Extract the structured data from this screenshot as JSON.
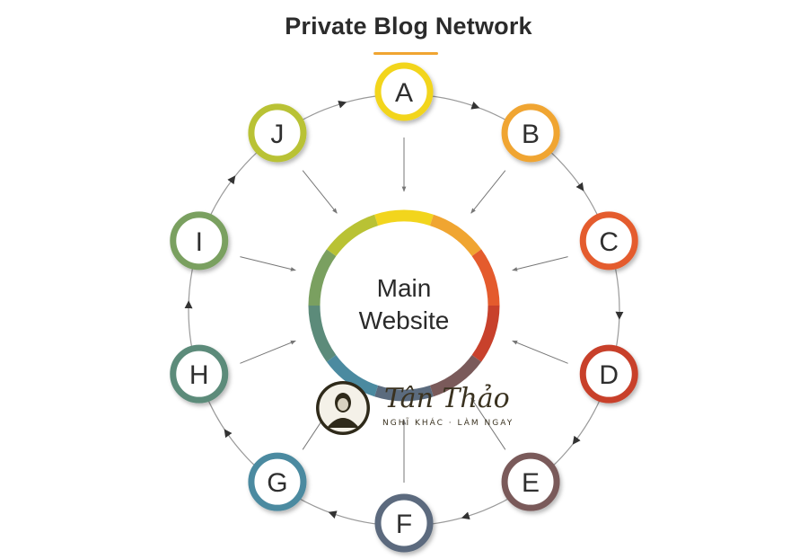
{
  "title": "Private Blog Network",
  "center": {
    "line1": "Main",
    "line2": "Website"
  },
  "nodes": [
    {
      "label": "A",
      "color": "#f2d51d"
    },
    {
      "label": "B",
      "color": "#f0a531"
    },
    {
      "label": "C",
      "color": "#e45b2d"
    },
    {
      "label": "D",
      "color": "#c8412c"
    },
    {
      "label": "E",
      "color": "#7a5a5a"
    },
    {
      "label": "F",
      "color": "#5b6b7e"
    },
    {
      "label": "G",
      "color": "#4b8aa0"
    },
    {
      "label": "H",
      "color": "#5c8b7a"
    },
    {
      "label": "I",
      "color": "#7aa060"
    },
    {
      "label": "J",
      "color": "#b9c234"
    }
  ],
  "watermark": {
    "name": "Tân Thảo",
    "tagline": "NGHĨ KHÁC · LÀM NGAY"
  }
}
